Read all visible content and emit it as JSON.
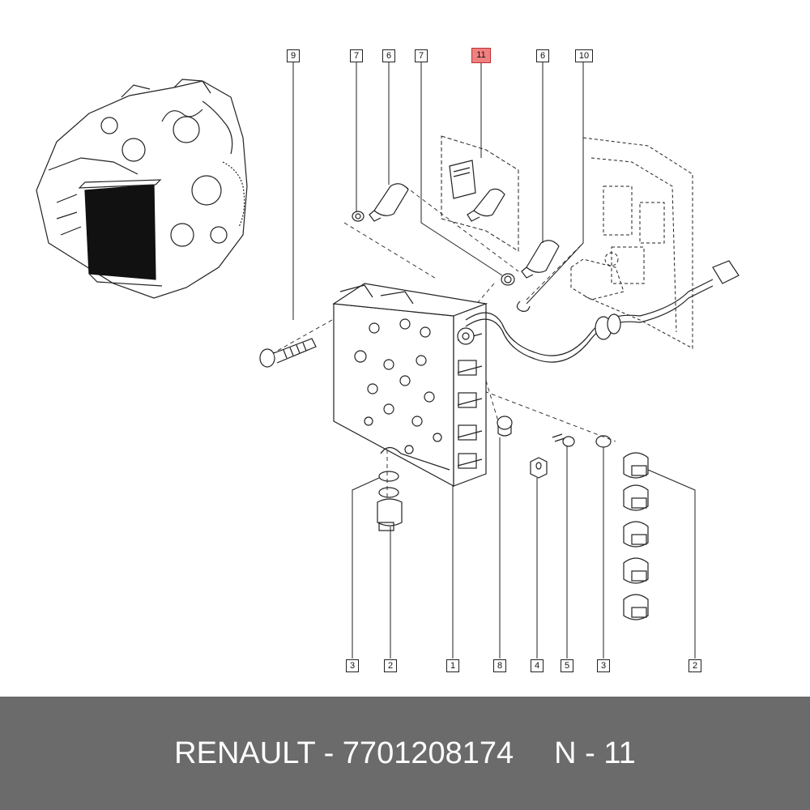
{
  "colors": {
    "line": "#222222",
    "highlight": "#f08080",
    "footer_bg": "#6b6b6b",
    "footer_text": "#ffffff"
  },
  "callouts": {
    "top": [
      "9",
      "7",
      "6",
      "7",
      "11",
      "6",
      "10"
    ],
    "bottom": [
      "3",
      "2",
      "1",
      "8",
      "4",
      "5",
      "3",
      "2"
    ],
    "highlighted": "11"
  },
  "footer": {
    "brand_part": "RENAULT - 7701208174",
    "ref": "N - 11"
  }
}
